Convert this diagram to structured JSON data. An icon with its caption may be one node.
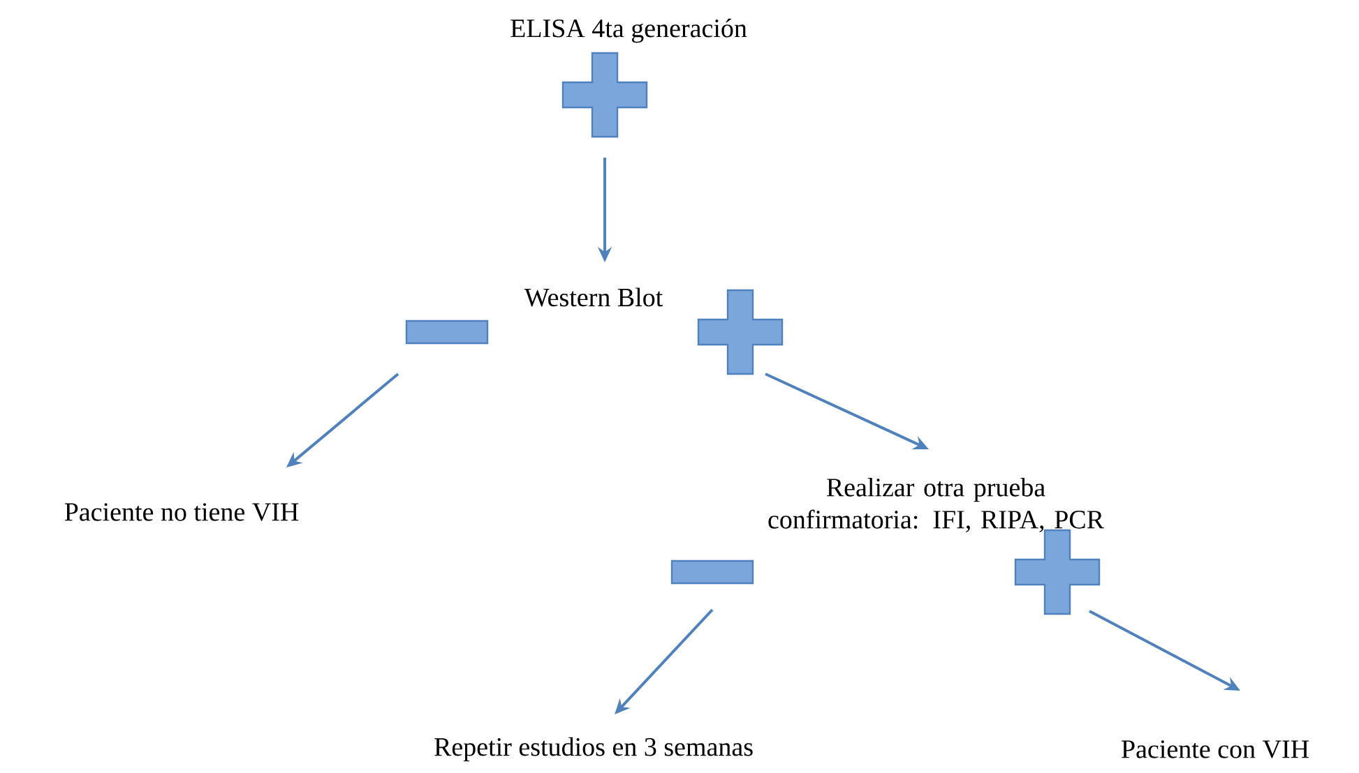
{
  "diagram": {
    "nodes": [
      {
        "text": [
          "ELISA 4ta generación"
        ]
      },
      {
        "text": [
          "Western Blot"
        ]
      },
      {
        "text": [
          "Paciente no tiene VIH"
        ]
      },
      {
        "text": [
          "Realizar otra prueba confirmatoria: IFI, RIPA, PCR"
        ]
      },
      {
        "text": [
          "Repetir estudios en 3 semanas"
        ]
      },
      {
        "text": [
          "Paciente con VIH"
        ]
      }
    ],
    "edges": [
      {
        "from": 0,
        "to": 1,
        "arrow": "to"
      },
      {
        "from": 1,
        "to": 2,
        "arrow": "to"
      },
      {
        "from": 1,
        "to": 3,
        "arrow": "to"
      },
      {
        "from": 3,
        "to": 4,
        "arrow": "to"
      },
      {
        "from": 3,
        "to": 5,
        "arrow": "to"
      }
    ]
  }
}
